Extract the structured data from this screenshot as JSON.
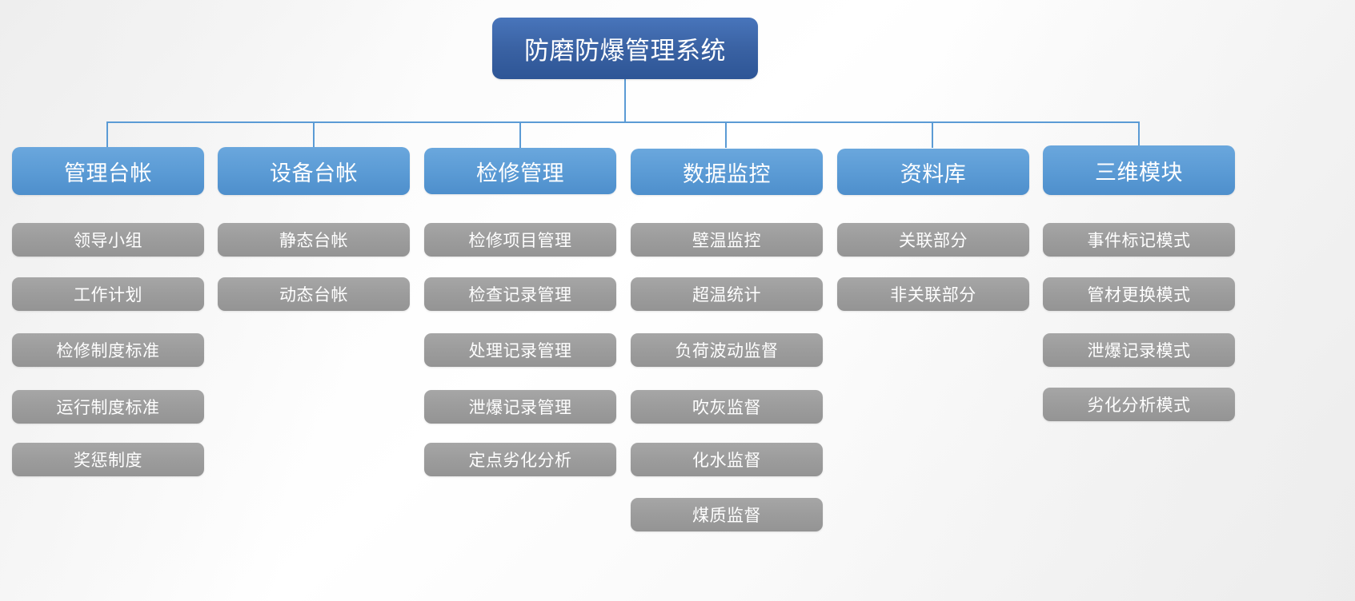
{
  "diagram": {
    "type": "organization-tree",
    "title": "防磨防爆管理系统",
    "colors": {
      "root": "#3a62a3",
      "level2": "#5b9bd5",
      "leaf": "#9c9c9c",
      "connector": "#5b9bd5",
      "text": "#ffffff",
      "background": "#f7f7f7"
    },
    "root": {
      "label": "防磨防爆管理系统"
    },
    "branches": [
      {
        "label": "管理台帐",
        "children": [
          {
            "label": "领导小组"
          },
          {
            "label": "工作计划"
          },
          {
            "label": "检修制度标准"
          },
          {
            "label": "运行制度标准"
          },
          {
            "label": "奖惩制度"
          }
        ]
      },
      {
        "label": "设备台帐",
        "children": [
          {
            "label": "静态台帐"
          },
          {
            "label": "动态台帐"
          }
        ]
      },
      {
        "label": "检修管理",
        "children": [
          {
            "label": "检修项目管理"
          },
          {
            "label": "检查记录管理"
          },
          {
            "label": "处理记录管理"
          },
          {
            "label": "泄爆记录管理"
          },
          {
            "label": "定点劣化分析"
          }
        ]
      },
      {
        "label": "数据监控",
        "children": [
          {
            "label": "壁温监控"
          },
          {
            "label": "超温统计"
          },
          {
            "label": "负荷波动监督"
          },
          {
            "label": "吹灰监督"
          },
          {
            "label": "化水监督"
          },
          {
            "label": "煤质监督"
          }
        ]
      },
      {
        "label": "资料库",
        "children": [
          {
            "label": "关联部分"
          },
          {
            "label": "非关联部分"
          }
        ]
      },
      {
        "label": "三维模块",
        "children": [
          {
            "label": "事件标记模式"
          },
          {
            "label": "管材更换模式"
          },
          {
            "label": "泄爆记录模式"
          },
          {
            "label": "劣化分析模式"
          }
        ]
      }
    ]
  }
}
